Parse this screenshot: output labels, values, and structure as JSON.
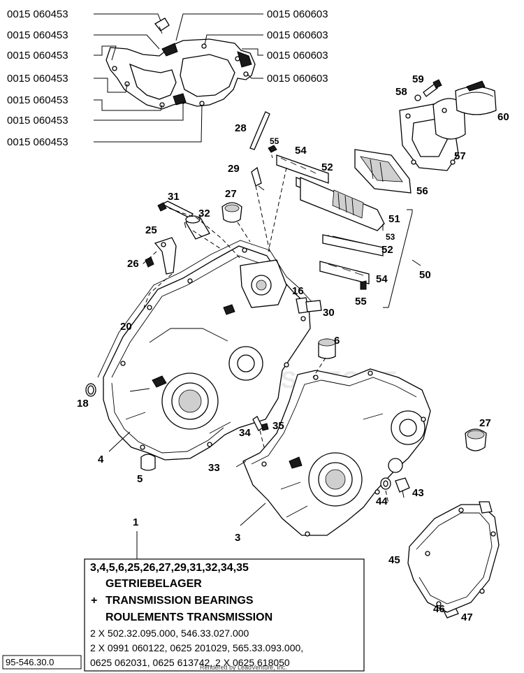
{
  "gasket_callouts_left": [
    "0015 060453",
    "0015 060453",
    "0015 060453",
    "0015 060453",
    "0015 060453",
    "0015 060453",
    "0015 060453"
  ],
  "gasket_callouts_right": [
    "0015 060603",
    "0015 060603",
    "0015 060603",
    "0015 060603"
  ],
  "part_numbers": {
    "p1": "1",
    "p3": "3",
    "p4": "4",
    "p5": "5",
    "p6": "6",
    "p16": "16",
    "p18": "18",
    "p20": "20",
    "p25": "25",
    "p26": "26",
    "p27a": "27",
    "p27b": "27",
    "p28": "28",
    "p29": "29",
    "p30": "30",
    "p31": "31",
    "p32": "32",
    "p33": "33",
    "p34": "34",
    "p35": "35",
    "p43": "43",
    "p44": "44",
    "p45": "45",
    "p46": "46",
    "p47": "47",
    "p50": "50",
    "p51": "51",
    "p52a": "52",
    "p52b": "52",
    "p53": "53",
    "p54a": "54",
    "p54b": "54",
    "p55a": "55",
    "p55b": "55",
    "p56": "56",
    "p57": "57",
    "p58": "58",
    "p59": "59",
    "p60": "60"
  },
  "kit_box": {
    "parts_line": "3,4,5,6,25,26,27,29,31,32,34,35",
    "title_de": "GETRIEBELAGER",
    "plus": "+",
    "title_en": "TRANSMISSION BEARINGS",
    "title_fr": "ROULEMENTS TRANSMISSION",
    "line1": "2 X 502.32.095.000, 546.33.027.000",
    "line2": "2 X 0991 060122, 0625 201029, 565.33.093.000,",
    "line3": "0625 062031, 0625 613742, 2 X 0625 618050"
  },
  "doc_number": "95-546.30.0",
  "footer_text": "Rendered by LeadVenture, Inc.",
  "watermark": "PARTS.STORE"
}
